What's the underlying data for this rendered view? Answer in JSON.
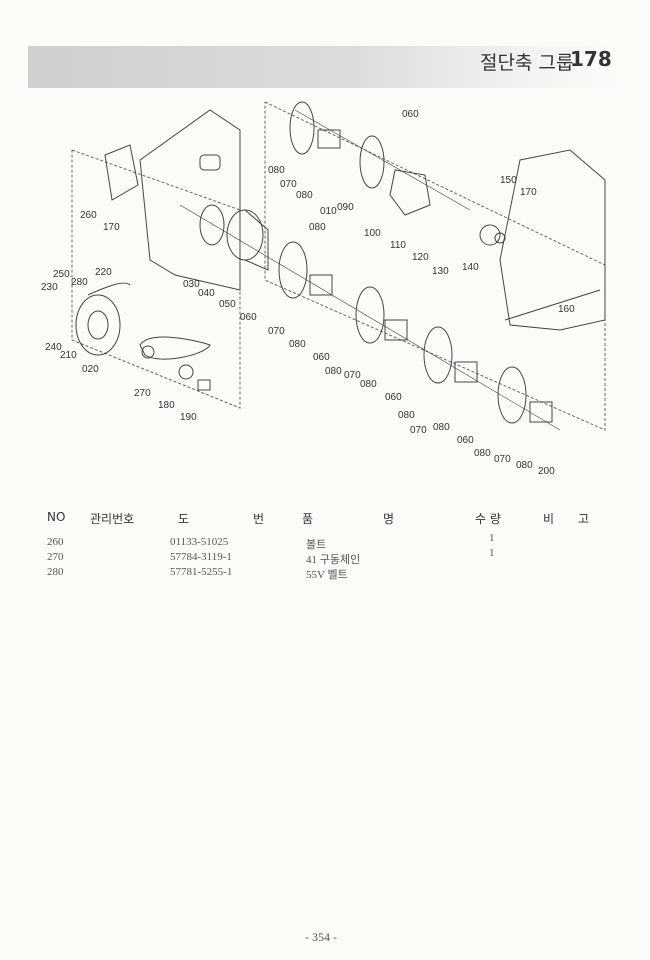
{
  "header": {
    "group_title": "절단축 그룹",
    "page_number": "178"
  },
  "diagram": {
    "labels": [
      "060",
      "080",
      "070",
      "080",
      "010",
      "090",
      "100",
      "110",
      "120",
      "130",
      "140",
      "150",
      "170",
      "160",
      "170",
      "260",
      "250",
      "280",
      "220",
      "230",
      "240",
      "210",
      "020",
      "030",
      "040",
      "050",
      "060",
      "080",
      "070",
      "080",
      "060",
      "080",
      "070",
      "080",
      "060",
      "080",
      "070",
      "080",
      "060",
      "080",
      "070",
      "080",
      "200",
      "270",
      "180",
      "190"
    ]
  },
  "table": {
    "headers": {
      "no": "NO",
      "mgmt": "관리번호",
      "do": "도",
      "bun": "번",
      "pum": "품",
      "myeong": "명",
      "suryang": "수 량",
      "bi": "비",
      "go": "고"
    },
    "rows": [
      {
        "no": "260",
        "part_no": "01133-51025",
        "name": "볼트",
        "qty": "1"
      },
      {
        "no": "270",
        "part_no": "57784-3119-1",
        "name": "41 구동체인",
        "qty": "1"
      },
      {
        "no": "280",
        "part_no": "57781-5255-1",
        "name": "55V 벨트",
        "qty": ""
      }
    ]
  },
  "footer": {
    "page": "- 354 -"
  }
}
